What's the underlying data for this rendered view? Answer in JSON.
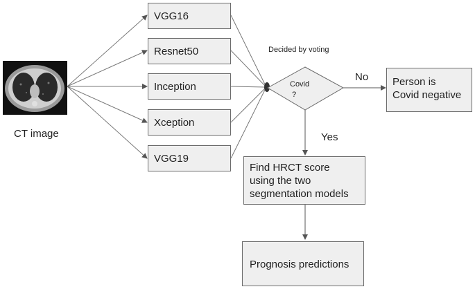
{
  "input": {
    "label": "CT image",
    "image_icon": "ct-scan-image"
  },
  "models": [
    "VGG16",
    "Resnet50",
    "Inception",
    "Xception",
    "VGG19"
  ],
  "vote_label": "Decided by voting",
  "decision": {
    "line1": "Covid",
    "line2": "?"
  },
  "branch_no": "No",
  "branch_yes": "Yes",
  "negative_box": {
    "line1": "Person is",
    "line2": "Covid negative"
  },
  "hrct_box": {
    "line1": "Find HRCT score",
    "line2": "using the two",
    "line3": "segmentation models"
  },
  "prognosis_box": "Prognosis predictions"
}
